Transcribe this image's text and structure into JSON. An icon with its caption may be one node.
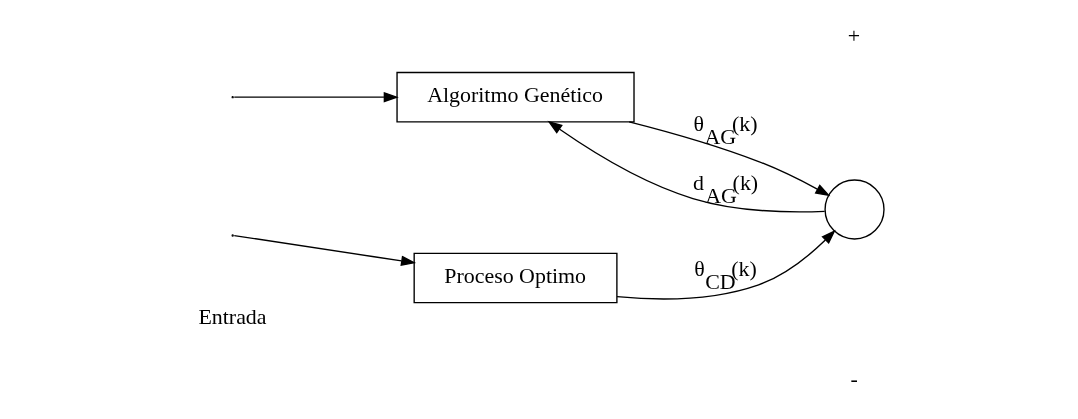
{
  "diagram": {
    "nodes": [
      {
        "text": [
          "Proceso Optimo"
        ]
      },
      {
        "text": [
          "Algoritmo Genético"
        ]
      },
      {
        "text": [],
        "shape": "circle"
      }
    ],
    "edges": [
      {
        "from": null,
        "to": 0,
        "arrow": "to"
      },
      {
        "from": null,
        "to": 1,
        "arrow": "to"
      },
      {
        "from": 0,
        "to": 2,
        "label": "θ$_{CD}$(k)",
        "arrow": "to"
      },
      {
        "from": 1,
        "to": 2,
        "label": "θ$_{AG}$(k)",
        "arrow": "to"
      },
      {
        "from": 2,
        "to": 1,
        "label": "d$_{AG}$(k)",
        "arrow": "to"
      }
    ],
    "labels": [
      "Entrada",
      "+",
      "-"
    ]
  }
}
